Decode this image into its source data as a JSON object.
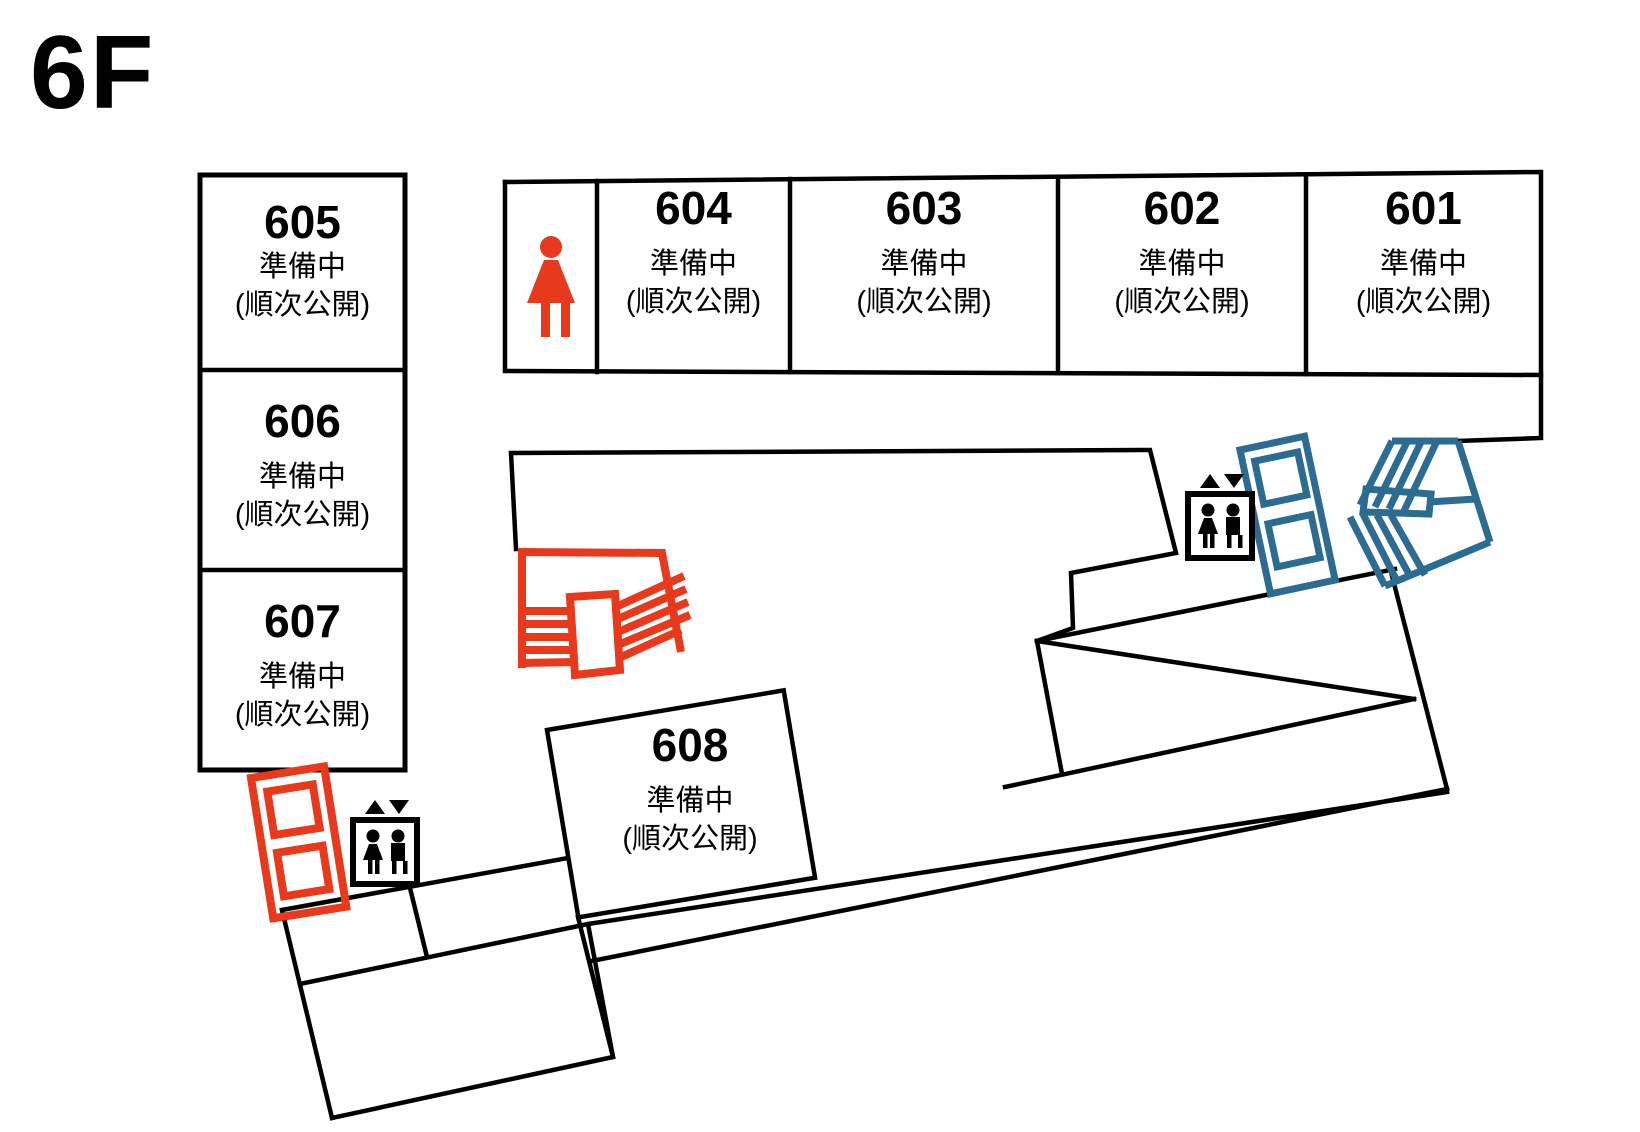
{
  "floor": {
    "title": "6F"
  },
  "rooms": [
    {
      "number": "601",
      "status_line1": "準備中",
      "status_line2": "(順次公開)"
    },
    {
      "number": "602",
      "status_line1": "準備中",
      "status_line2": "(順次公開)"
    },
    {
      "number": "603",
      "status_line1": "準備中",
      "status_line2": "(順次公開)"
    },
    {
      "number": "604",
      "status_line1": "準備中",
      "status_line2": "(順次公開)"
    },
    {
      "number": "605",
      "status_line1": "準備中",
      "status_line2": "(順次公開)"
    },
    {
      "number": "606",
      "status_line1": "準備中",
      "status_line2": "(順次公開)"
    },
    {
      "number": "607",
      "status_line1": "準備中",
      "status_line2": "(順次公開)"
    },
    {
      "number": "608",
      "status_line1": "準備中",
      "status_line2": "(順次公開)"
    }
  ],
  "icons": {
    "womens_restroom": "womens-restroom-pictogram",
    "elevator": "elevator-pictogram-with-up-down-arrows",
    "stairs_red": "staircase-with-landing",
    "stairs_blue": "staircase-with-landing",
    "escalator_red": "escalator",
    "escalator_blue": "escalator"
  },
  "colors": {
    "red": "#e8391d",
    "blue": "#2b6c90",
    "outline": "#000000"
  }
}
